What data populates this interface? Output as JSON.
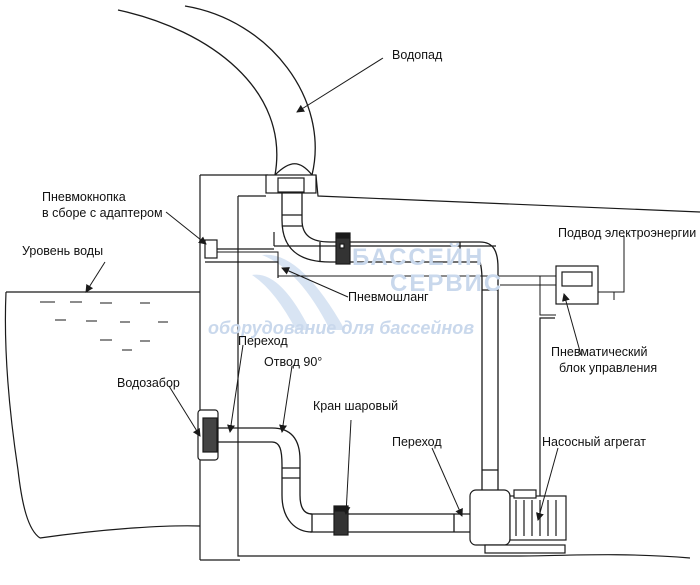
{
  "labels": {
    "waterfall": "Водопад",
    "pneumo_button_line1": "Пневмокнопка",
    "pneumo_button_line2": "в сборе с адаптером",
    "water_level": "Уровень воды",
    "pneumo_hose": "Пневмошланг",
    "power_supply": "Подвод электроэнергии",
    "adapter_upper": "Переход",
    "elbow_90": "Отвод 90°",
    "intake": "Водозабор",
    "ball_valve": "Кран шаровый",
    "adapter_lower": "Переход",
    "pump_unit": "Насосный агрегат",
    "control_block_line1": "Пневматический",
    "control_block_line2": "блок управления"
  },
  "watermark": {
    "line1": "БАССЕЙН",
    "line2": "СЕРВИС",
    "line3": "оборудование для бассейнов"
  },
  "colors": {
    "line": "#1a1a1a",
    "watermark": "#c9d8ec"
  }
}
